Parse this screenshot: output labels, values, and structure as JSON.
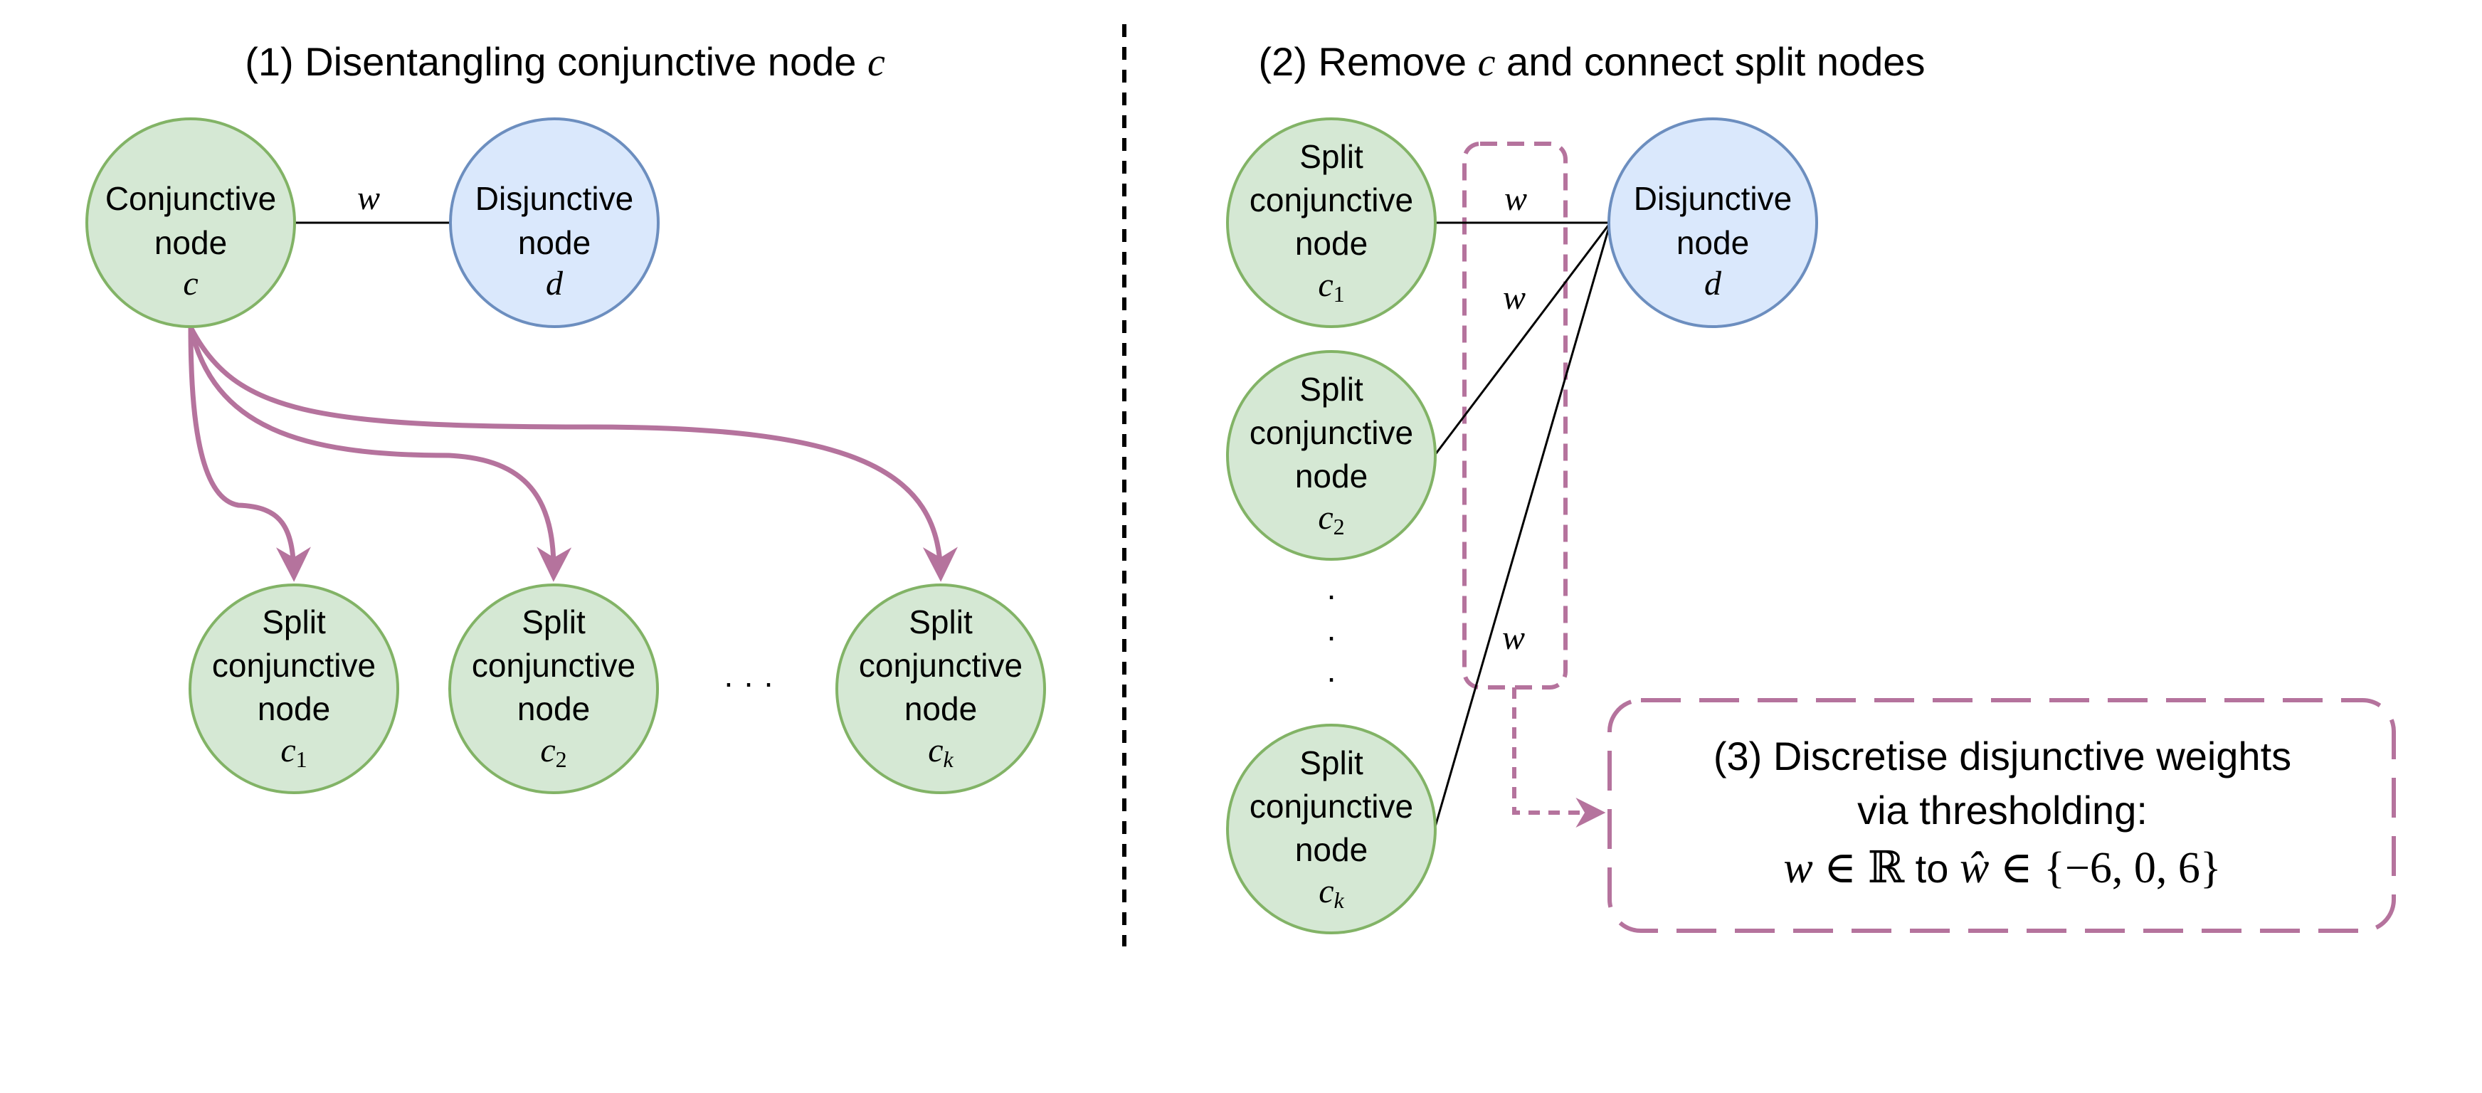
{
  "colors": {
    "green_fill": "#d5e8d4",
    "green_stroke": "#82b366",
    "blue_fill": "#dae8fc",
    "blue_stroke": "#6c8ebf",
    "accent_purple": "#b5739d",
    "line": "#000000"
  },
  "panel1": {
    "title_prefix": "(1) Disentangling conjunctive node ",
    "title_var": "c",
    "edge_label": "w",
    "conjunctive_node": {
      "line1": "Conjunctive",
      "line2": "node",
      "var": "c"
    },
    "disjunctive_node": {
      "line1": "Disjunctive",
      "line2": "node",
      "var": "d"
    },
    "split_nodes": [
      {
        "line1": "Split",
        "line2": "conjunctive",
        "line3": "node",
        "var": "c",
        "sub": "1"
      },
      {
        "line1": "Split",
        "line2": "conjunctive",
        "line3": "node",
        "var": "c",
        "sub": "2"
      },
      {
        "line1": "Split",
        "line2": "conjunctive",
        "line3": "node",
        "var": "c",
        "sub": "k"
      }
    ],
    "ellipsis": "· · ·"
  },
  "panel2": {
    "title_prefix": "(2) Remove ",
    "title_var": "c",
    "title_suffix": " and connect split nodes",
    "edge_labels": [
      "w",
      "w",
      "w"
    ],
    "disjunctive_node": {
      "line1": "Disjunctive",
      "line2": "node",
      "var": "d"
    },
    "split_nodes": [
      {
        "line1": "Split",
        "line2": "conjunctive",
        "line3": "node",
        "var": "c",
        "sub": "1"
      },
      {
        "line1": "Split",
        "line2": "conjunctive",
        "line3": "node",
        "var": "c",
        "sub": "2"
      },
      {
        "line1": "Split",
        "line2": "conjunctive",
        "line3": "node",
        "var": "c",
        "sub": "k"
      }
    ],
    "vertical_dots": [
      "·",
      "·",
      "·"
    ]
  },
  "panel3": {
    "line1": "(3) Discretise disjunctive weights",
    "line2": "via thresholding:",
    "formula": {
      "w": "w",
      "in1": " ∈ ",
      "reals": "ℝ",
      "to": " to ",
      "w_hat": "ŵ",
      "in2": " ∈ ",
      "set": "{−6, 0, 6}"
    }
  }
}
